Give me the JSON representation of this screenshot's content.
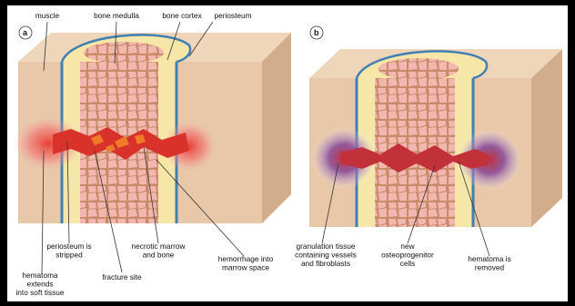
{
  "colors": {
    "muscle": "#e8c8a8",
    "muscle_dark": "#d2ad8c",
    "cortex": "#f6e7a8",
    "medulla_bg": "#c98a6a",
    "cell": "#f2b8b0",
    "periosteum": "#3f7fb4",
    "hematoma_red": "#d9322a",
    "hematoma_glow": "#f26e6e",
    "granulation_purple": "#8a4d9a",
    "necrotic_orange": "#ee7a2a"
  },
  "panels": [
    {
      "letter": "a",
      "labels": {
        "muscle": "muscle",
        "bone_medulla": "bone medulla",
        "bone_cortex": "bone cortex",
        "periosteum": "periosteum",
        "periosteum_stripped": "periosteum is\nstripped",
        "necrotic": "necrotic marrow\nand bone",
        "hematoma_extends": "hematoma\nextends\ninto soft tissue",
        "fracture_site": "fracture site",
        "hemorrhage": "hemorrhage into\nmarrow space"
      }
    },
    {
      "letter": "b",
      "labels": {
        "granulation": "granulation tissue\ncontaining vessels\nand fibroblasts",
        "osteoprogenitor": "new\nosteoprogenitor\ncells",
        "hematoma_removed": "hematoma is\nremoved"
      }
    }
  ]
}
